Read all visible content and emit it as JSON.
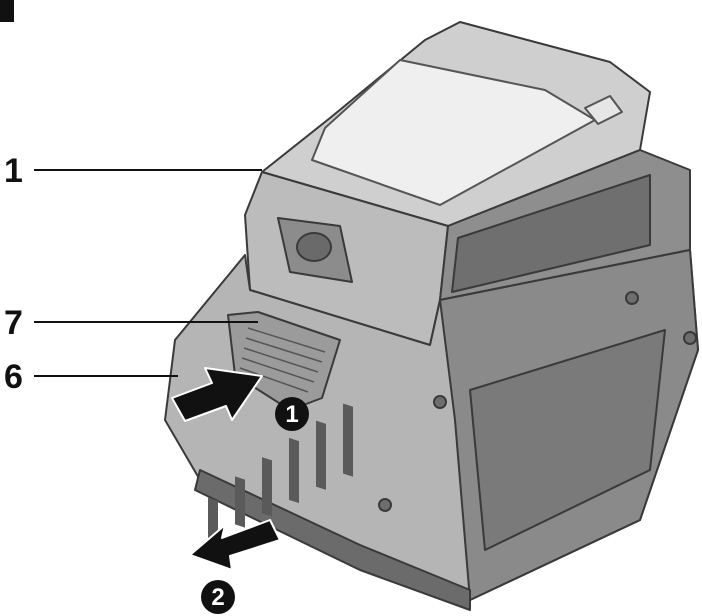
{
  "callouts": [
    {
      "id": "1",
      "label": "1"
    },
    {
      "id": "7",
      "label": "7"
    },
    {
      "id": "6",
      "label": "6"
    }
  ],
  "steps": [
    {
      "id": "1",
      "label": "1"
    },
    {
      "id": "2",
      "label": "2"
    }
  ],
  "colors": {
    "ink": "#111111",
    "body_light": "#d2d2d2",
    "body_mid": "#a8a8a8",
    "body_dark": "#7e7e7e",
    "window": "#efefef"
  }
}
